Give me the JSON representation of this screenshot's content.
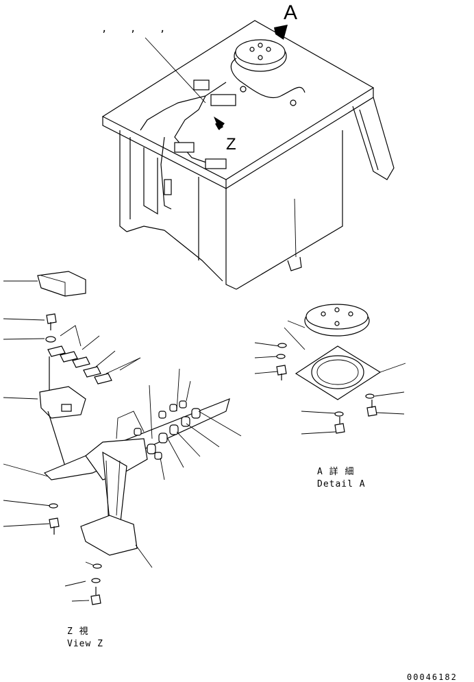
{
  "view_labels": {
    "top_view_letter": "A",
    "arrow_z_letter": "Z",
    "commas": [
      ",",
      ",",
      ","
    ]
  },
  "detail_a": {
    "jp": "A 詳 細",
    "en": "Detail A"
  },
  "view_z": {
    "jp": "Z 視",
    "en": "View Z"
  },
  "drawing_number": "00046182",
  "colors": {
    "ink": "#000000",
    "paper": "#ffffff"
  }
}
